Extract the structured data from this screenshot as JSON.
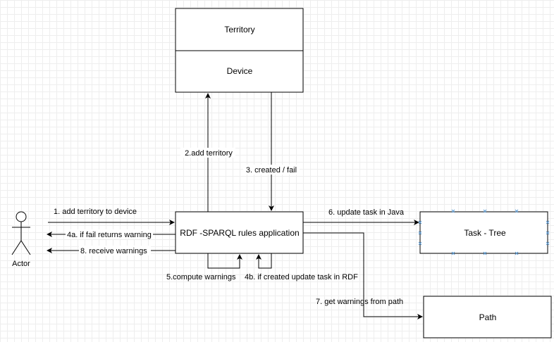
{
  "nodes": {
    "territory": "Territory",
    "device": "Device",
    "rdf_app": "RDF -SPARQL rules application",
    "task_tree": "Task - Tree",
    "path": "Path",
    "actor": "Actor"
  },
  "edges": {
    "add_territory_to_device": "1. add territory to device",
    "add_territory": "2.add territory",
    "created_fail": "3. created / fail",
    "fail_returns_warning": "4a. if fail returns warning",
    "created_update_task": "4b. if created update task in RDF",
    "compute_warnings": "5.compute warnings",
    "update_task_java": "6. update task in Java",
    "get_warnings_path": "7. get warnings from path",
    "receive_warnings": "8. receive warnings"
  },
  "colors": {
    "stroke": "#000000",
    "handle": "#5b9bd5",
    "background": "#ffffff",
    "grid": "#eeeeee"
  }
}
